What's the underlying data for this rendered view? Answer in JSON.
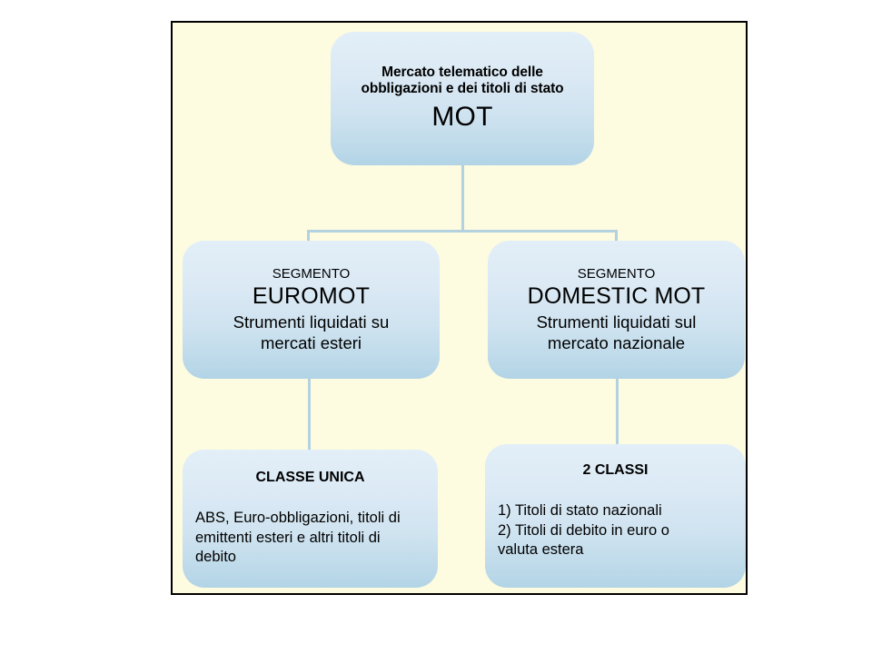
{
  "diagram": {
    "title": "MOT market structure tree",
    "frame": {
      "background_color": "#fdfbe0",
      "border_color": "#000000"
    },
    "node_style": {
      "fill_top": "#e2eff8",
      "fill_bottom": "#b2d4e6",
      "connector_color": "#b3d1de",
      "text_color": "#000000"
    },
    "nodes": {
      "root": {
        "description_line1": "Mercato telematico delle",
        "description_line2": "obbligazioni e dei titoli di stato",
        "acronym": "MOT"
      },
      "euromot": {
        "kicker": "SEGMENTO",
        "title": "EUROMOT",
        "description_line1": "Strumenti liquidati su",
        "description_line2": "mercati esteri"
      },
      "domestic_mot": {
        "kicker": "SEGMENTO",
        "title": "DOMESTIC MOT",
        "description_line1": "Strumenti liquidati sul",
        "description_line2": "mercato nazionale"
      },
      "classe_unica": {
        "heading": "CLASSE UNICA",
        "body_line1": "ABS, Euro-obbligazioni, titoli di",
        "body_line2": "emittenti esteri e altri titoli di",
        "body_line3": "debito"
      },
      "due_classi": {
        "heading": "2 CLASSI",
        "body_line1": "1) Titoli di stato nazionali",
        "body_line2": "2) Titoli di debito in euro o",
        "body_line3": "valuta estera"
      }
    }
  }
}
